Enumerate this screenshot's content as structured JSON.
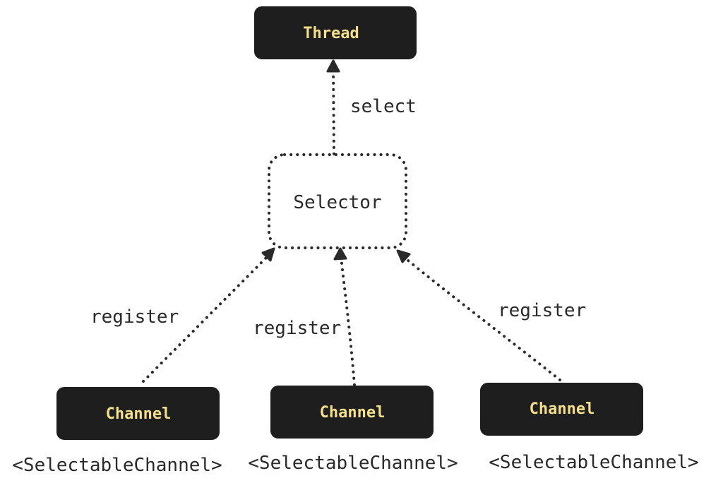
{
  "nodes": {
    "thread": {
      "label": "Thread"
    },
    "selector": {
      "label": "Selector"
    },
    "channel_left": {
      "label": "Channel",
      "type_label": "<SelectableChannel>"
    },
    "channel_middle": {
      "label": "Channel",
      "type_label": "<SelectableChannel>"
    },
    "channel_right": {
      "label": "Channel",
      "type_label": "<SelectableChannel>"
    }
  },
  "edges": {
    "selector_to_thread": {
      "label": "select"
    },
    "channel_left_to_selector": {
      "label": "register"
    },
    "channel_middle_to_selector": {
      "label": "register"
    },
    "channel_right_to_selector": {
      "label": "register"
    }
  },
  "colors": {
    "box_fill": "#1e1e1e",
    "box_text": "#f5df8a",
    "line": "#2a2a2a",
    "background": "#ffffff"
  }
}
